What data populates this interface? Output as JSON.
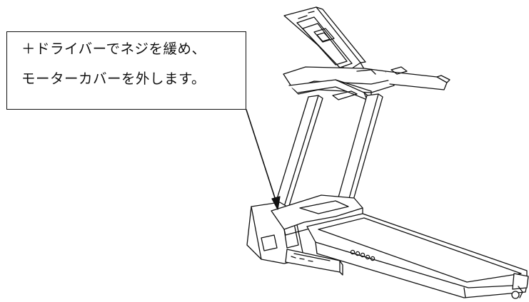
{
  "instruction": {
    "line1": "＋ドライバーでネジを緩め、",
    "line2": "モーターカバーを外します。"
  },
  "illustration": {
    "subject": "treadmill",
    "stroke_color": "#111111",
    "fill_color": "#ffffff",
    "pointer_target": "motor-cover"
  }
}
